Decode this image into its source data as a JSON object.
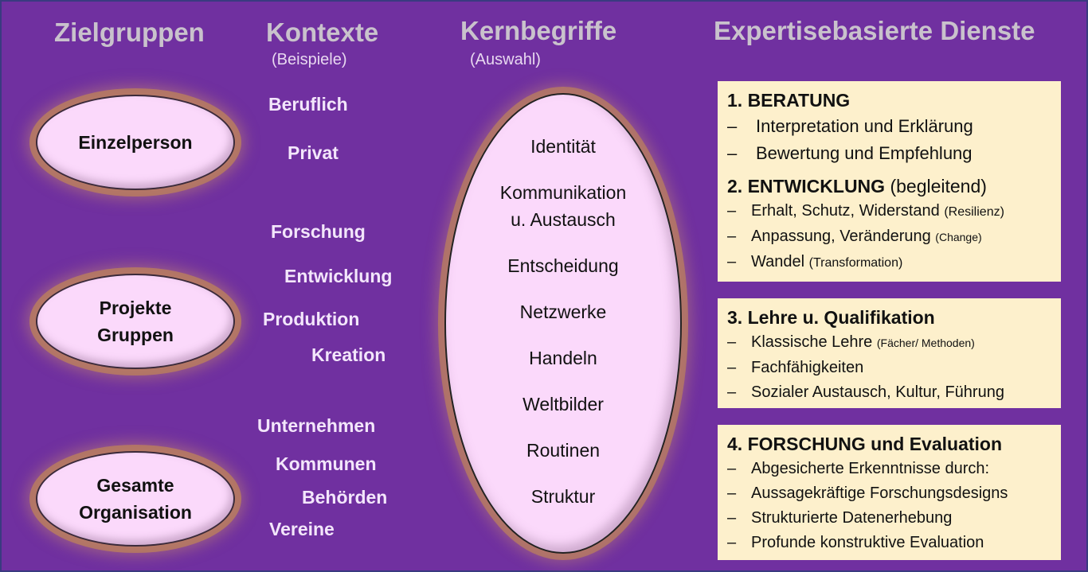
{
  "headers": {
    "zielgruppen": "Zielgruppen",
    "kontexte": "Kontexte",
    "kontexte_sub": "(Beispiele)",
    "kernbegriffe": "Kernbegriffe",
    "kernbegriffe_sub": "(Auswahl)",
    "dienste": "Expertisebasierte Dienste"
  },
  "zielgruppen": [
    {
      "l1": "Einzelperson",
      "l2": ""
    },
    {
      "l1": "Projekte",
      "l2": "Gruppen"
    },
    {
      "l1": "Gesamte",
      "l2": "Organisation"
    }
  ],
  "kontexte": [
    "Beruflich",
    "Privat",
    "Forschung",
    "Entwicklung",
    "Produktion",
    "Kreation",
    "Unternehmen",
    "Kommunen",
    "Behörden",
    "Vereine"
  ],
  "kernbegriffe": [
    "Identität",
    "Kommunikation",
    "u. Austausch",
    "Entscheidung",
    "Netzwerke",
    "Handeln",
    "Weltbilder",
    "Routinen",
    "Struktur"
  ],
  "dienste": {
    "beratung": {
      "title": "1. BERATUNG",
      "items": [
        "Interpretation und Erklärung",
        "Bewertung und Empfehlung"
      ]
    },
    "entwicklung": {
      "title": "2. ENTWICKLUNG",
      "title_note": "(begleitend)",
      "items": [
        {
          "t": "Erhalt, Schutz, Widerstand",
          "n": "(Resilienz)"
        },
        {
          "t": "Anpassung, Veränderung",
          "n": "(Change)"
        },
        {
          "t": "Wandel",
          "n": "(Transformation)"
        }
      ]
    },
    "lehre": {
      "title": "3. Lehre u. Qualifikation",
      "items": [
        {
          "t": "Klassische Lehre",
          "n": "(Fächer/ Methoden)"
        },
        {
          "t": "Fachfähigkeiten",
          "n": ""
        },
        {
          "t": "Sozialer Austausch, Kultur, Führung",
          "n": ""
        }
      ]
    },
    "forschung": {
      "title": "4. FORSCHUNG und Evaluation",
      "items": [
        "Abgesicherte Erkenntnisse durch:",
        "Aussagekräftige Forschungsdesigns",
        "Strukturierte Datenerhebung",
        "Profunde konstruktive Evaluation"
      ]
    },
    "dash": "–"
  }
}
